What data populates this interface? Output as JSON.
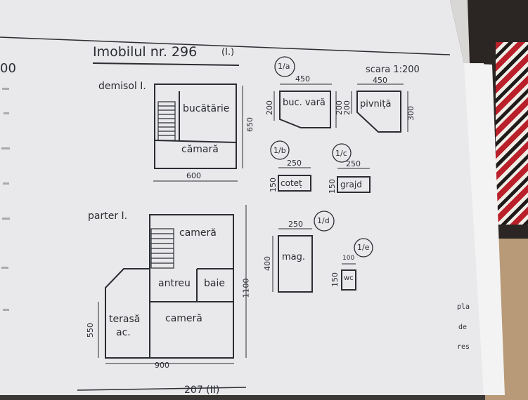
{
  "document": {
    "title": "Imobilul nr. 296",
    "title_suffix": "(I.)",
    "scale": "scara 1:200",
    "page_marker": "00",
    "sections": [
      {
        "id": "demisol",
        "label": "demisol I.",
        "rooms": [
          "bucătărie",
          "cămară"
        ],
        "dims": [
          "650",
          "600"
        ]
      },
      {
        "id": "parter",
        "label": "parter I.",
        "rooms": [
          "cameră",
          "antreu",
          "baie",
          "terasă",
          "ac.",
          "cameră"
        ],
        "dims": [
          "1100",
          "550",
          "900"
        ]
      }
    ],
    "annexes": [
      {
        "code": "1/a",
        "name": "buc. vară",
        "dims": [
          "450",
          "200",
          "200"
        ]
      },
      {
        "code": "",
        "name": "pivniță",
        "dims": [
          "450",
          "200",
          "300"
        ]
      },
      {
        "code": "1/b",
        "name": "coteț",
        "dims": [
          "250",
          "150"
        ]
      },
      {
        "code": "1/c",
        "name": "grajd",
        "dims": [
          "250",
          "150"
        ]
      },
      {
        "code": "1/d",
        "name": "mag.",
        "dims": [
          "250",
          "400"
        ]
      },
      {
        "code": "1/e",
        "name": "wc",
        "dims": [
          "100",
          "150"
        ]
      }
    ],
    "margin_notes": [
      "pla",
      "de",
      "res"
    ],
    "next_title_fragment": "207 (II)"
  },
  "colors": {
    "ink": "#2b2d33",
    "paper": "#e8e8ea",
    "paper_edge": "#f1f1f2"
  }
}
